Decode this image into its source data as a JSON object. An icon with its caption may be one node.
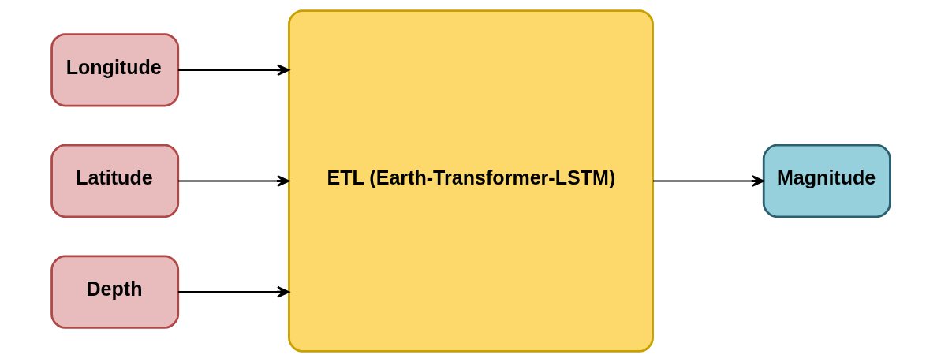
{
  "diagram": {
    "nodes": [
      {
        "text": [
          "Longitude"
        ]
      },
      {
        "text": [
          "Latitude"
        ]
      },
      {
        "text": [
          "Depth"
        ]
      },
      {
        "text": [
          "ETL (Earth-Transformer-LSTM)"
        ]
      },
      {
        "text": [
          "Magnitude"
        ]
      }
    ],
    "edges": [
      {
        "from": 0,
        "to": 3,
        "arrow": "to"
      },
      {
        "from": 1,
        "to": 3,
        "arrow": "to"
      },
      {
        "from": 2,
        "to": 3,
        "arrow": "to"
      },
      {
        "from": 3,
        "to": 4,
        "arrow": "to"
      }
    ]
  }
}
